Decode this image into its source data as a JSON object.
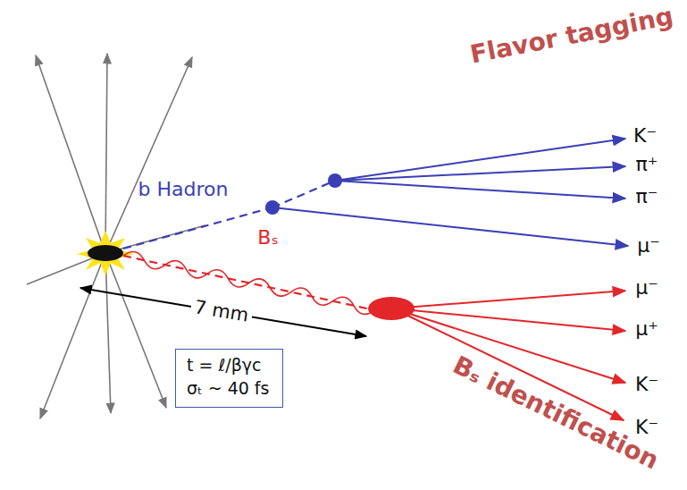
{
  "diagram": {
    "nodes": [
      {
        "text": [
          "t = ℓ/βγc",
          "σₜ ~ 40 fs"
        ]
      }
    ],
    "labels": [
      "Flavor tagging",
      "K⁻",
      "π⁺",
      "π⁻",
      "μ⁻",
      "b Hadron",
      "Bₛ",
      "7 mm",
      "μ⁻",
      "μ⁺",
      "K⁻",
      "K⁻",
      "Bₛ identification"
    ]
  }
}
